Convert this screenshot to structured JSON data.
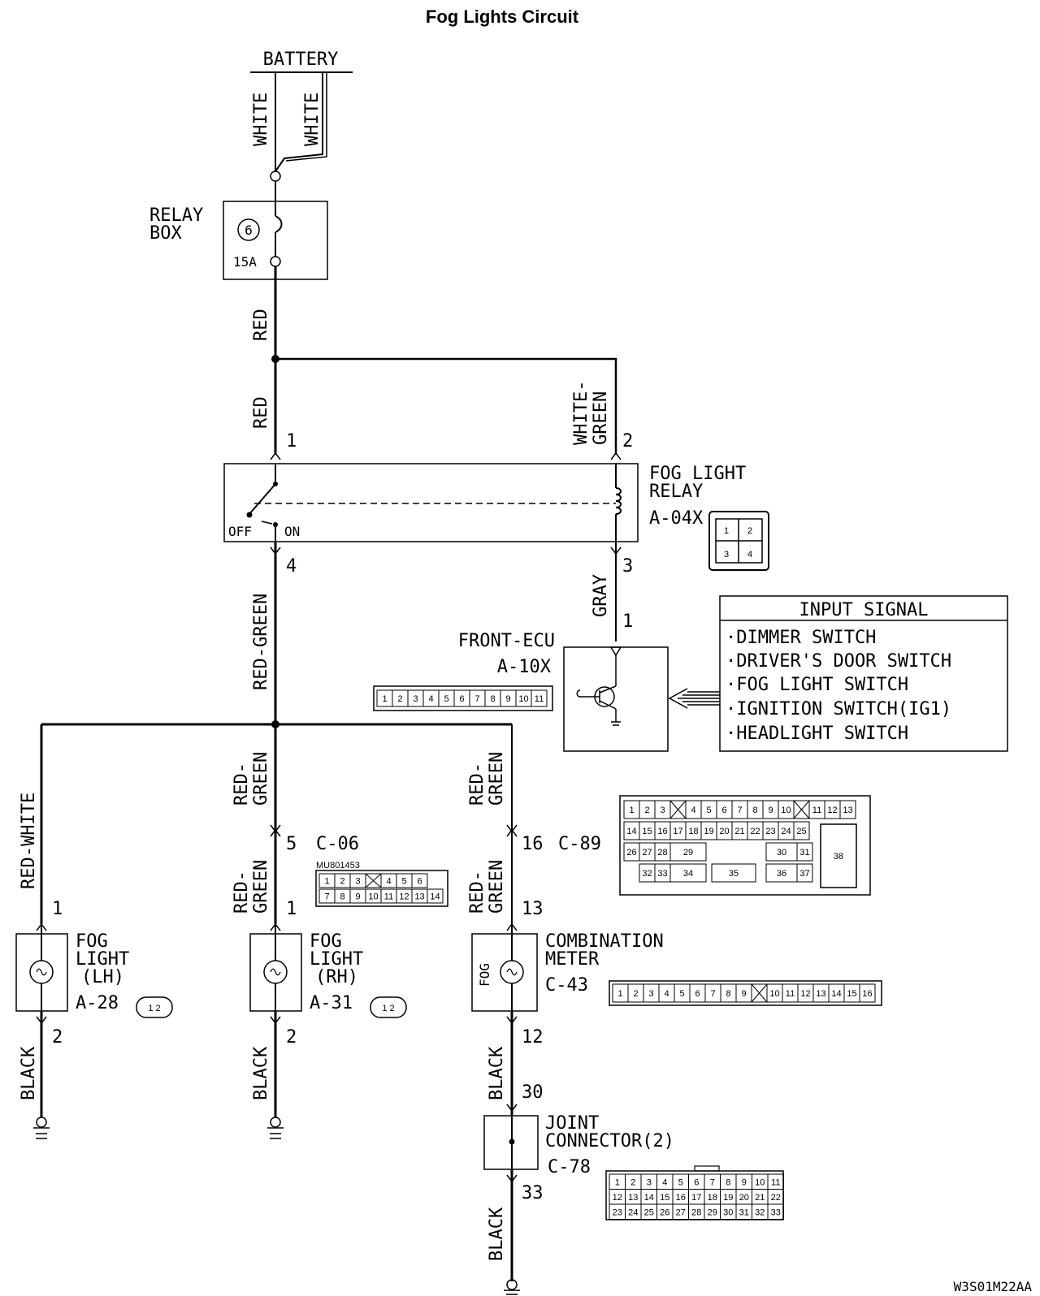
{
  "title": "Fog Lights Circuit",
  "battery": "BATTERY",
  "relay_box": {
    "line1": "RELAY",
    "line2": "BOX",
    "fuse_no": "6",
    "rating": "15A"
  },
  "fog_relay": {
    "line1": "FOG LIGHT",
    "line2": "RELAY",
    "connector": "A-04X",
    "off": "OFF",
    "on": "ON",
    "pins": [
      "1",
      "2",
      "3",
      "4"
    ]
  },
  "front_ecu": {
    "name": "FRONT-ECU",
    "connector": "A-10X",
    "pins": [
      "1",
      "2",
      "3",
      "4",
      "5",
      "6",
      "7",
      "8",
      "9",
      "10",
      "11"
    ]
  },
  "input_signal": {
    "title": "INPUT SIGNAL",
    "items": [
      "·DIMMER SWITCH",
      "·DRIVER'S DOOR SWITCH",
      "·FOG LIGHT SWITCH",
      "·IGNITION SWITCH(IG1)",
      "·HEADLIGHT SWITCH"
    ]
  },
  "wires": {
    "white": "WHITE",
    "red": "RED",
    "white_green": [
      "WHITE-",
      "GREEN"
    ],
    "red_green": "RED-GREEN",
    "red_green_split": [
      "RED-",
      "GREEN"
    ],
    "gray": "GRAY",
    "red_white": "RED-WHITE",
    "black": "BLACK"
  },
  "pin_numbers": {
    "relay_1": "1",
    "relay_2": "2",
    "relay_4": "4",
    "relay_3": "3",
    "ecu_1": "1",
    "c06": "5",
    "c89": "16",
    "lh_1": "1",
    "rh_1": "1",
    "meter_13": "13",
    "lh_2": "2",
    "rh_2": "2",
    "meter_12": "12",
    "joint_30": "30",
    "joint_33": "33"
  },
  "connectors": {
    "c06": {
      "code": "C-06",
      "part_no": "MU801453",
      "row1": [
        "1",
        "2",
        "3",
        "",
        "4",
        "5",
        "6"
      ],
      "row2": [
        "7",
        "8",
        "9",
        "10",
        "11",
        "12",
        "13",
        "14"
      ]
    },
    "c89": {
      "code": "C-89",
      "row1": [
        "1",
        "2",
        "3",
        "4",
        "5",
        "6",
        "7",
        "8",
        "9",
        "10",
        "11",
        "12",
        "13"
      ],
      "row2": [
        "14",
        "15",
        "16",
        "17",
        "18",
        "19",
        "20",
        "21",
        "22",
        "23",
        "24",
        "25"
      ],
      "row3": [
        "26",
        "27",
        "28",
        "29",
        "30",
        "31"
      ],
      "row4": [
        "32",
        "33",
        "34",
        "35",
        "36",
        "37"
      ],
      "big": "38"
    },
    "c43": {
      "pins": [
        "1",
        "2",
        "3",
        "4",
        "5",
        "6",
        "7",
        "8",
        "9",
        "10",
        "11",
        "12",
        "13",
        "14",
        "15",
        "16"
      ]
    },
    "c78": {
      "code": "C-78",
      "row1": [
        "1",
        "2",
        "3",
        "4",
        "5",
        "6",
        "7",
        "8",
        "9",
        "10",
        "11"
      ],
      "row2": [
        "12",
        "13",
        "14",
        "15",
        "16",
        "17",
        "18",
        "19",
        "20",
        "21",
        "22"
      ],
      "row3": [
        "23",
        "24",
        "25",
        "26",
        "27",
        "28",
        "29",
        "30",
        "31",
        "32",
        "33"
      ]
    }
  },
  "fog_light_lh": {
    "line1": "FOG",
    "line2": "LIGHT",
    "line3": "(LH)",
    "connector": "A-28",
    "pins": "1 2"
  },
  "fog_light_rh": {
    "line1": "FOG",
    "line2": "LIGHT",
    "line3": "(RH)",
    "connector": "A-31",
    "pins": "1 2"
  },
  "combination_meter": {
    "line1": "COMBINATION",
    "line2": "METER",
    "connector": "C-43",
    "lamp": "FOG"
  },
  "joint_connector": {
    "line1": "JOINT",
    "line2": "CONNECTOR(2)"
  },
  "footer_code": "W3S01M22AA"
}
